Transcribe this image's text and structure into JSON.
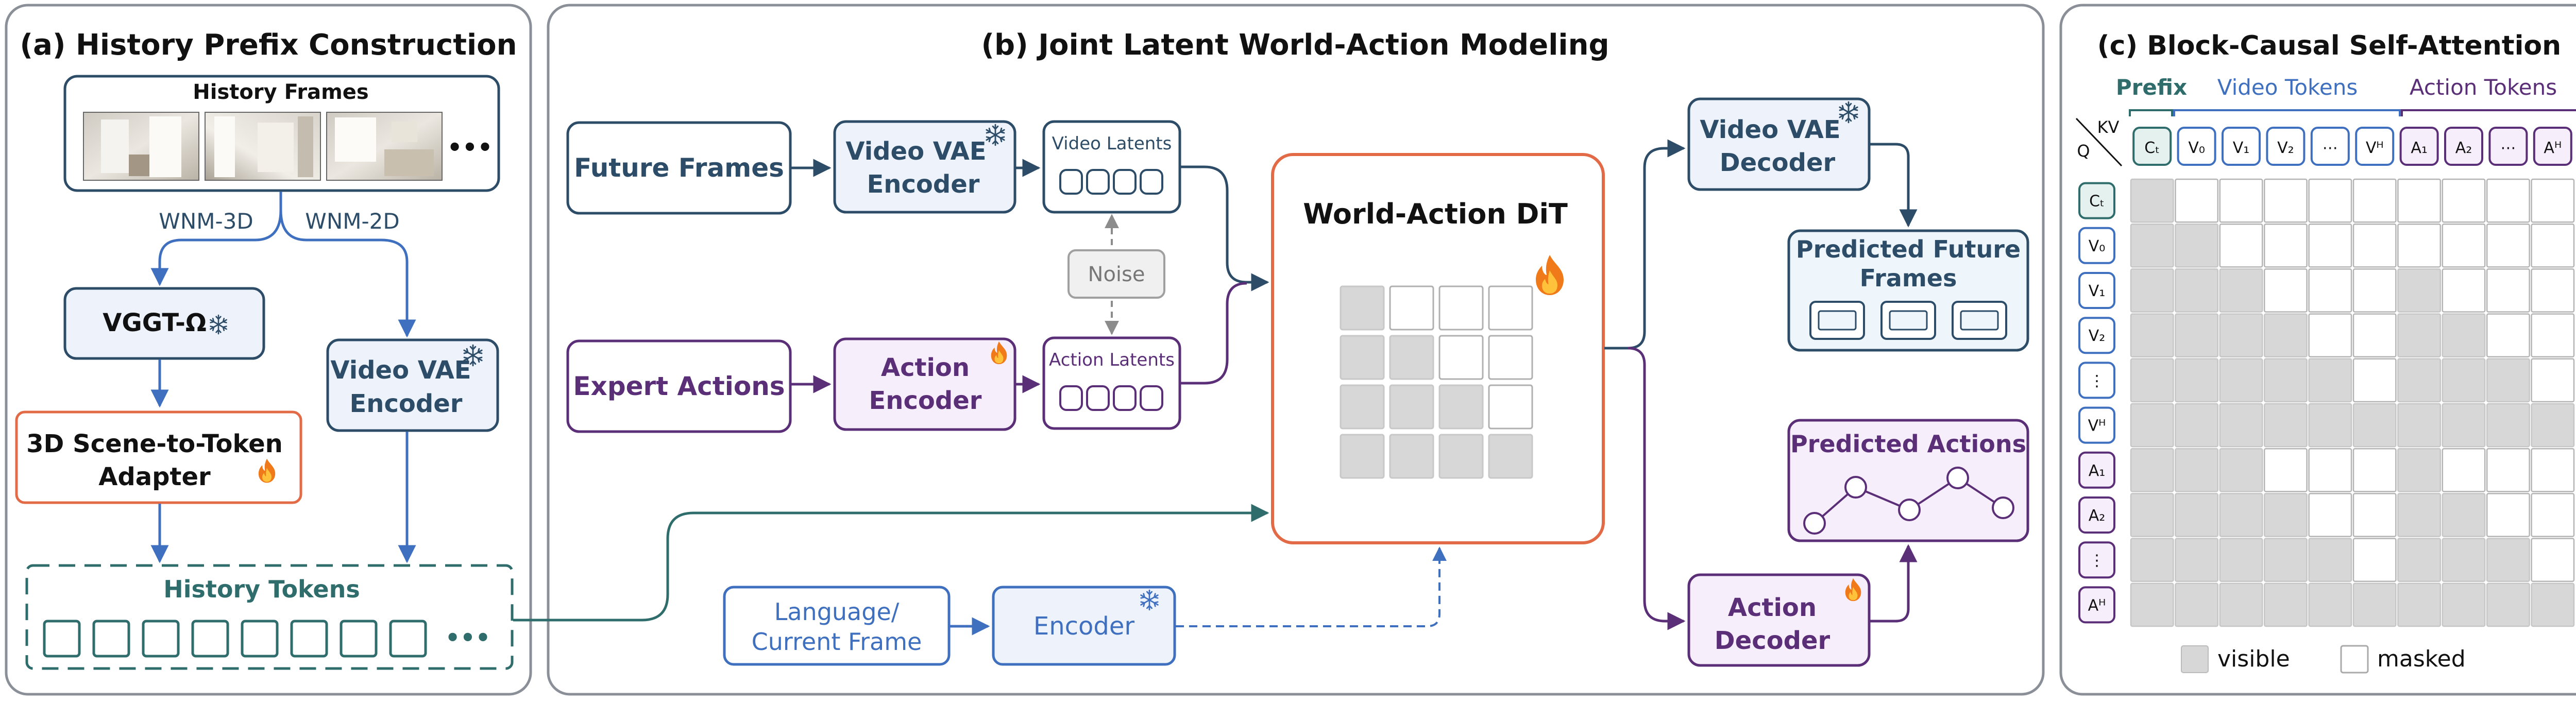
{
  "panel_a": {
    "title": "(a) History Prefix Construction",
    "history_frames_label": "History Frames",
    "ellipsis": "•••",
    "wnm3d": "WNM-3D",
    "wnm2d": "WNM-2D",
    "vggt": "VGGT-Ω",
    "video_vae_encoder_line1": "Video VAE",
    "video_vae_encoder_line2": "Encoder",
    "adapter_line1": "3D Scene-to-Token",
    "adapter_line2": "Adapter",
    "history_tokens": "History Tokens",
    "tokens_ellipsis": "•••"
  },
  "panel_b": {
    "title": "(b) Joint Latent World-Action Modeling",
    "future_frames": "Future Frames",
    "video_vae_encoder_line1": "Video VAE",
    "video_vae_encoder_line2": "Encoder",
    "video_latents": "Video Latents",
    "noise": "Noise",
    "expert_actions": "Expert Actions",
    "action_encoder_line1": "Action",
    "action_encoder_line2": "Encoder",
    "action_latents": "Action Latents",
    "dit": "World-Action DiT",
    "video_vae_decoder_line1": "Video VAE",
    "video_vae_decoder_line2": "Decoder",
    "predicted_future_line1": "Predicted Future",
    "predicted_future_line2": "Frames",
    "predicted_actions": "Predicted Actions",
    "action_decoder_line1": "Action",
    "action_decoder_line2": "Decoder",
    "language_line1": "Language/",
    "language_line2": "Current Frame",
    "encoder": "Encoder",
    "dit_mask": [
      [
        1,
        0,
        0,
        0
      ],
      [
        1,
        1,
        0,
        0
      ],
      [
        1,
        1,
        1,
        0
      ],
      [
        1,
        1,
        1,
        1
      ]
    ]
  },
  "panel_c": {
    "title": "(c) Block-Causal Self-Attention",
    "prefix": "Prefix",
    "video_tokens": "Video Tokens",
    "action_tokens": "Action Tokens",
    "kv": "KV",
    "q": "Q",
    "tokens": [
      "Cₜ",
      "V₀",
      "V₁",
      "V₂",
      "⋯",
      "Vᴴ",
      "A₁",
      "A₂",
      "⋯",
      "Aᴴ"
    ],
    "row_tokens": [
      "Cₜ",
      "V₀",
      "V₁",
      "V₂",
      "⋮",
      "Vᴴ",
      "A₁",
      "A₂",
      "⋮",
      "Aᴴ"
    ],
    "token_groups": [
      "prefix",
      "video",
      "video",
      "video",
      "video",
      "video",
      "action",
      "action",
      "action",
      "action"
    ],
    "mask": [
      [
        1,
        0,
        0,
        0,
        0,
        0,
        0,
        0,
        0,
        0
      ],
      [
        1,
        1,
        0,
        0,
        0,
        0,
        0,
        0,
        0,
        0
      ],
      [
        1,
        1,
        1,
        0,
        0,
        0,
        1,
        0,
        0,
        0
      ],
      [
        1,
        1,
        1,
        1,
        0,
        0,
        1,
        1,
        0,
        0
      ],
      [
        1,
        1,
        1,
        1,
        1,
        0,
        1,
        1,
        1,
        0
      ],
      [
        1,
        1,
        1,
        1,
        1,
        1,
        1,
        1,
        1,
        1
      ],
      [
        1,
        1,
        1,
        0,
        0,
        0,
        1,
        0,
        0,
        0
      ],
      [
        1,
        1,
        1,
        1,
        0,
        0,
        1,
        1,
        0,
        0
      ],
      [
        1,
        1,
        1,
        1,
        1,
        0,
        1,
        1,
        1,
        0
      ],
      [
        1,
        1,
        1,
        1,
        1,
        1,
        1,
        1,
        1,
        1
      ]
    ],
    "legend_visible": "visible",
    "legend_masked": "masked"
  },
  "colors": {
    "teal": "#2f6c6c",
    "navy": "#2c4c68",
    "blue": "#3f6fbf",
    "purple": "#5b2e78",
    "orange": "#e36a46",
    "panel_border": "#8a8f98",
    "gray_cell": "#d7d7d7",
    "noise_gray": "#8c8c8c"
  },
  "icons": [
    "snowflake-icon",
    "flame-icon"
  ]
}
